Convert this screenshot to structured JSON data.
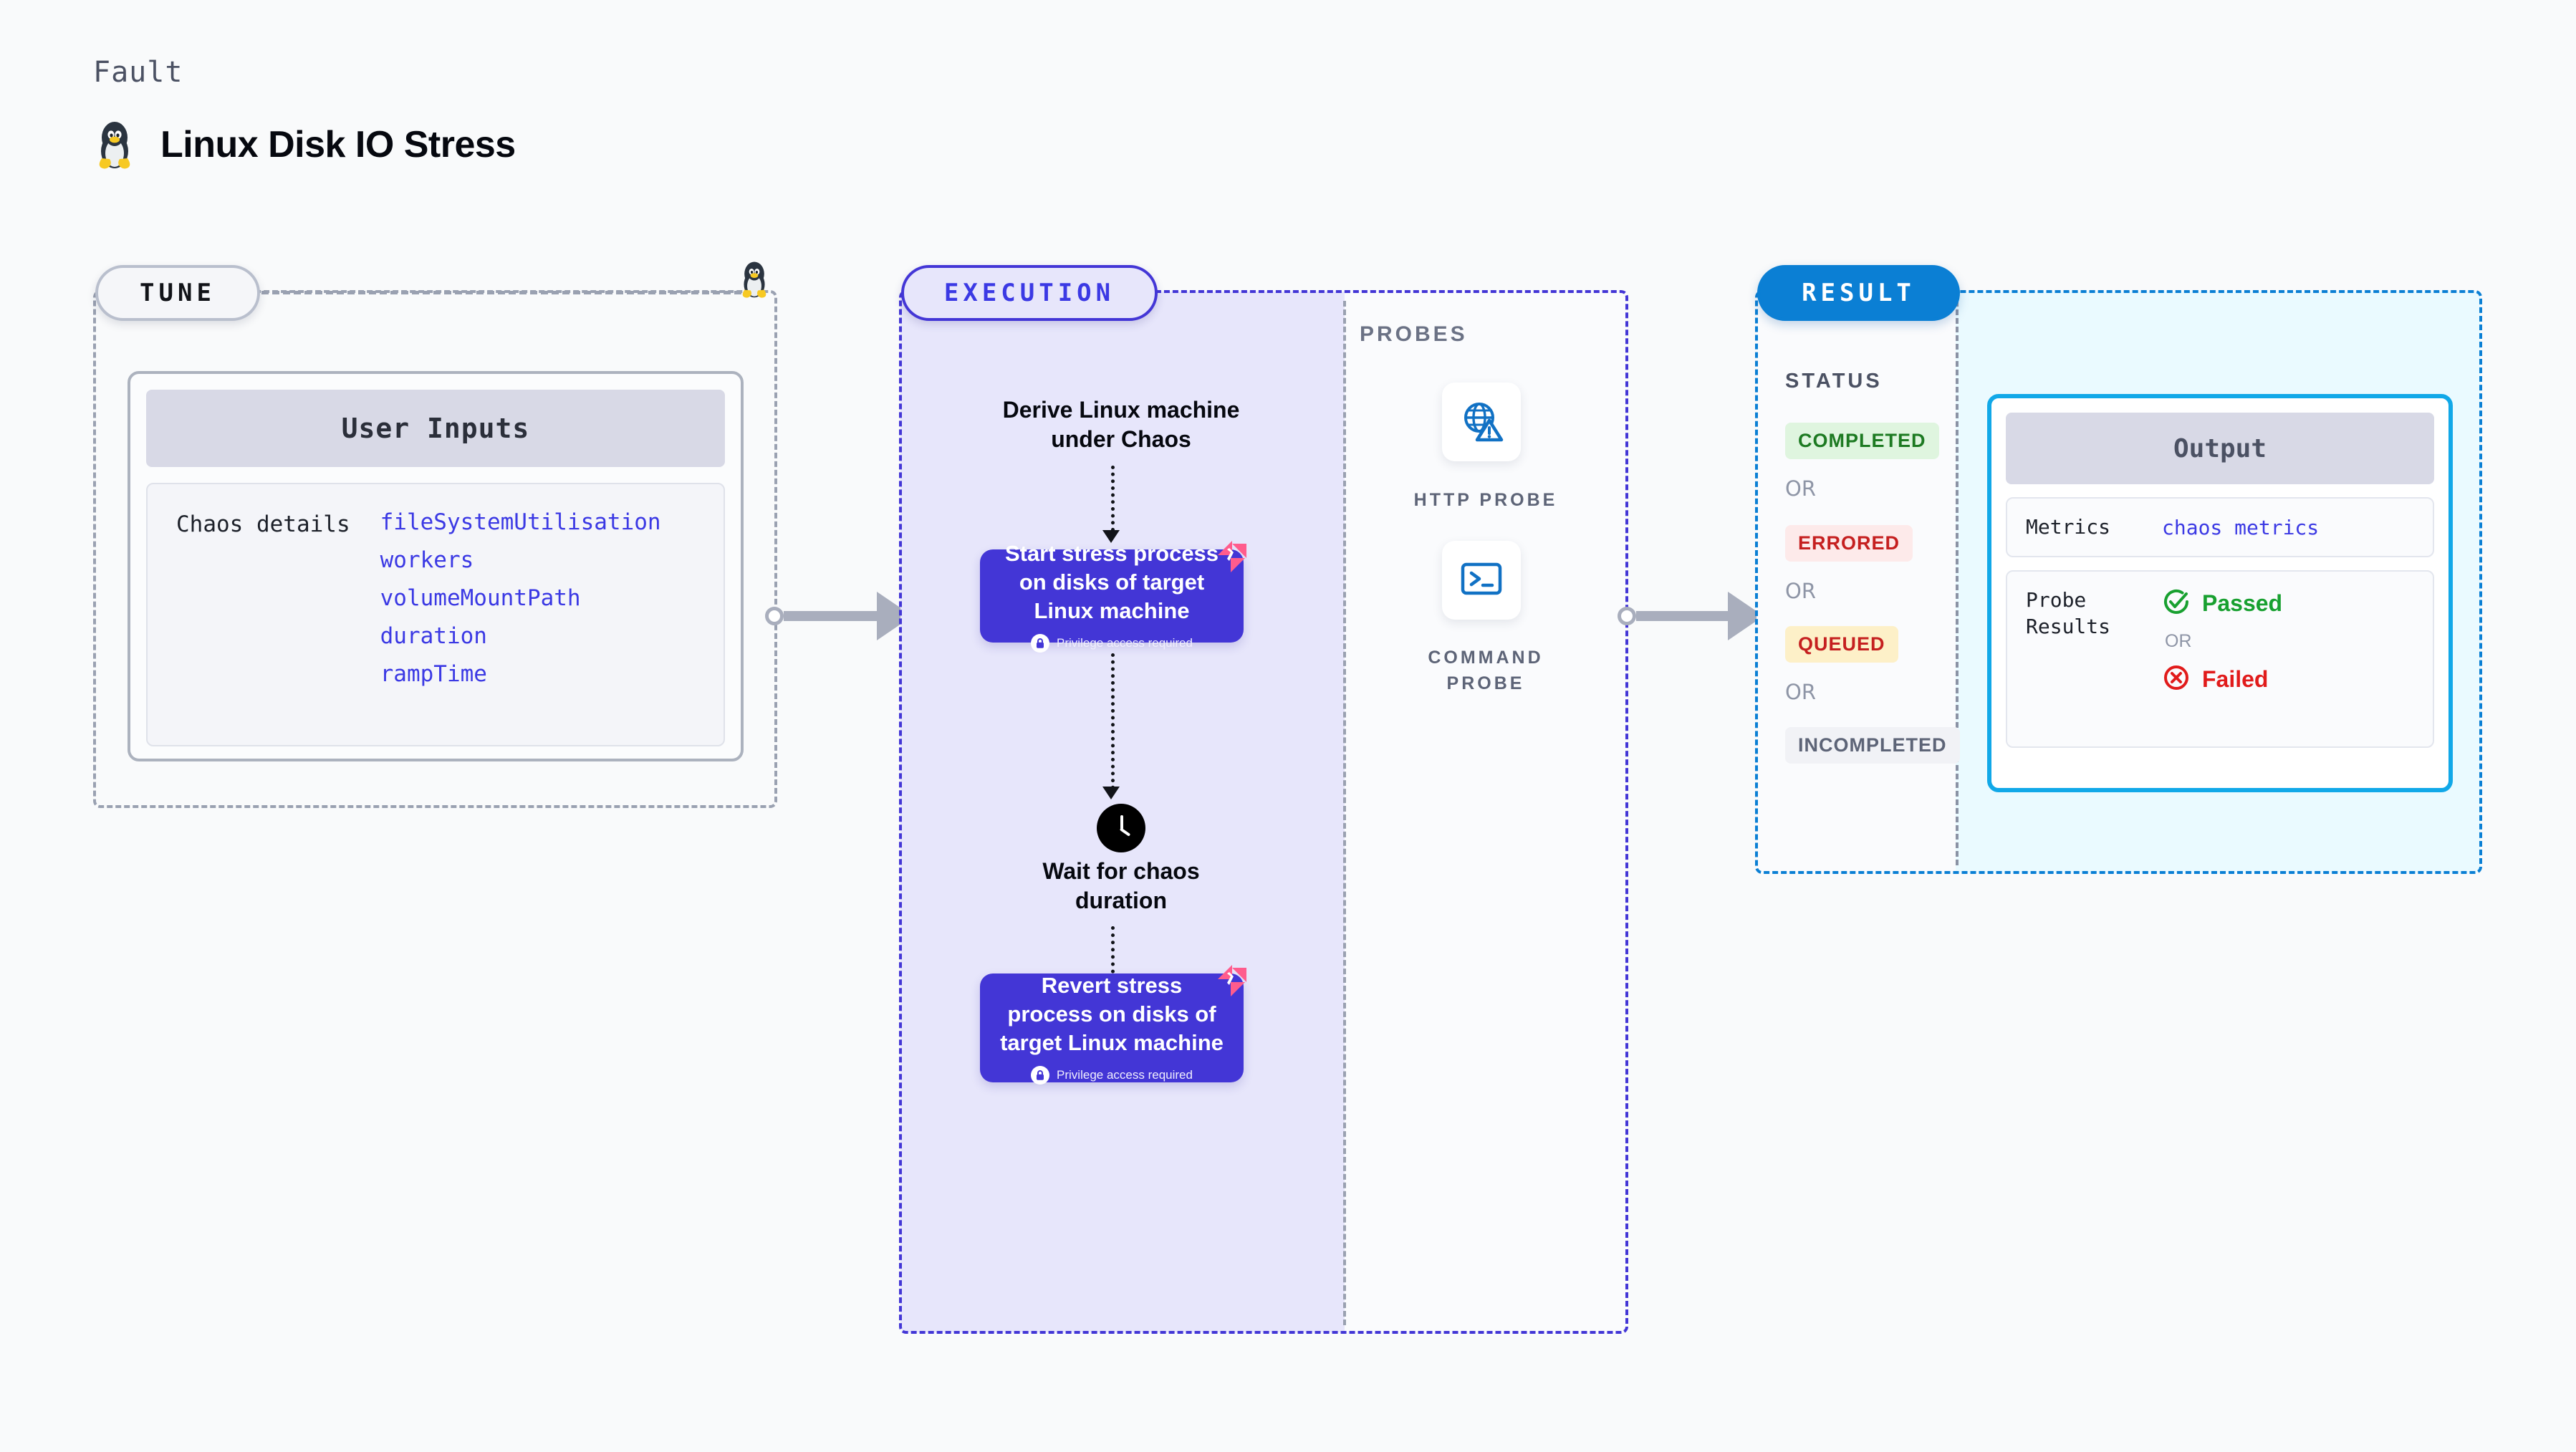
{
  "header": {
    "kicker": "Fault",
    "title": "Linux Disk IO Stress",
    "icon": "linux-penguin-icon"
  },
  "tune": {
    "badge": "TUNE",
    "card_title": "User Inputs",
    "row_key": "Chaos details",
    "inputs": [
      "fileSystemUtilisation",
      "workers",
      "volumeMountPath",
      "duration",
      "rampTime"
    ]
  },
  "execution": {
    "badge": "EXECUTION",
    "step1": "Derive Linux machine\nunder Chaos",
    "step2_title": "Start stress process on disks of target Linux machine",
    "step2_note": "Privilege access required",
    "wait_label": "Wait for chaos\nduration",
    "step3_title": "Revert stress process on disks of target Linux machine",
    "step3_note": "Privilege access required"
  },
  "probes": {
    "label": "PROBES",
    "items": [
      {
        "icon": "globe-warning-icon",
        "caption": "HTTP PROBE"
      },
      {
        "icon": "terminal-prompt-icon",
        "caption": "COMMAND\nPROBE"
      }
    ]
  },
  "result": {
    "badge": "RESULT",
    "status_label": "STATUS",
    "or": "OR",
    "statuses": [
      {
        "text": "COMPLETED",
        "color": "#1d7a22",
        "bg": "#dff5df"
      },
      {
        "text": "ERRORED",
        "color": "#c52020",
        "bg": "#fdeaea"
      },
      {
        "text": "QUEUED",
        "color": "#c52020",
        "bg": "#fdf0c8"
      },
      {
        "text": "INCOMPLETED",
        "color": "#5d6477",
        "bg": "#f1f2f6"
      }
    ],
    "output": {
      "title": "Output",
      "metrics_key": "Metrics",
      "metrics_value": "chaos metrics",
      "probe_key": "Probe\nResults",
      "passed": "Passed",
      "failed": "Failed",
      "or": "OR"
    }
  },
  "colors": {
    "purple": "#4336d6",
    "purple_fill": "#e7e6fb",
    "blue": "#0b7fd4",
    "teal": "#11a8e8",
    "teal_fill": "#eafaff",
    "grey_dash": "#9aa1b1",
    "connector": "#a9aebd",
    "link_blue": "#3b39e4",
    "litmus_pink": "#ff5c8d"
  }
}
